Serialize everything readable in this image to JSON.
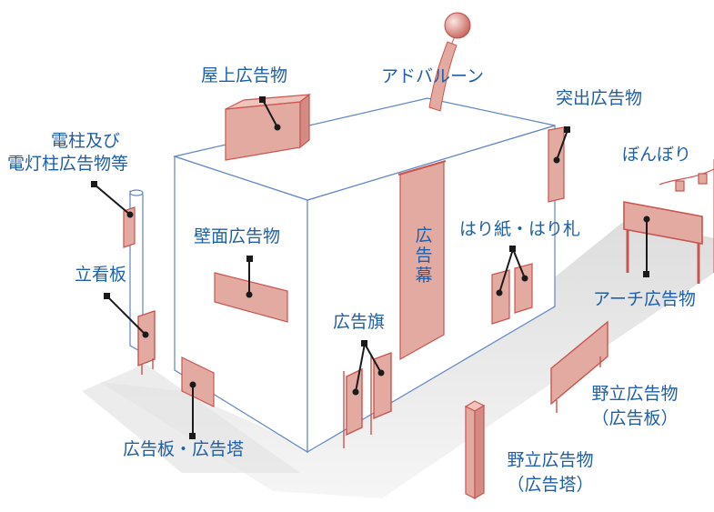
{
  "labels": {
    "rooftop": "屋上広告物",
    "ad_balloon": "アドバルーン",
    "projecting": "突出広告物",
    "pole_1": "電柱及び",
    "pole_2": "電灯柱広告物等",
    "lantern": "ぼんぼり",
    "wall": "壁面広告物",
    "curtain": "広告幕",
    "poster": "はり紙・はり札",
    "standing_sign": "立看板",
    "arch": "アーチ広告物",
    "flag": "広告旗",
    "billboard_tower": "広告板・広告塔",
    "field_board_1": "野立広告物",
    "field_board_2": "（広告板）",
    "field_tower_1": "野立広告物",
    "field_tower_2": "（広告塔）"
  },
  "colors": {
    "label": "#1f5fa8",
    "sign_fill": "#e3aaa2",
    "sign_stroke": "#c9554f",
    "building_edge": "#5f86c2",
    "leader": "#1a1a1a",
    "ground_shadow": "#d0d0d0"
  }
}
